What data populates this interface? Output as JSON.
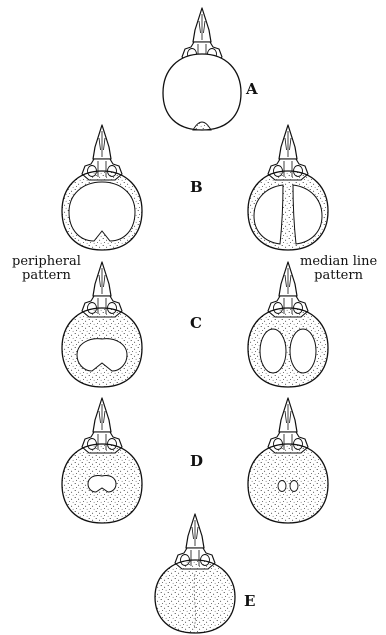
{
  "stages": {
    "a": "A",
    "b": "B",
    "c": "C",
    "d": "D",
    "e": "E"
  },
  "patterns": {
    "left_line1": "peripheral",
    "left_line2": "pattern",
    "right_line1": "median line",
    "right_line2": "pattern"
  },
  "colors": {
    "ink": "#111111",
    "paper": "#ffffff"
  }
}
